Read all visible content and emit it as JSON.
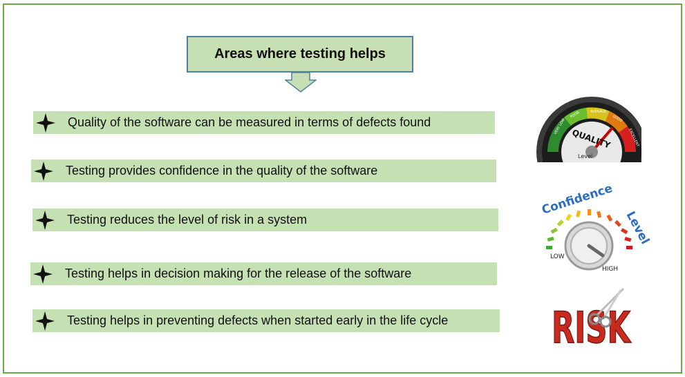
{
  "diagram": {
    "title": "Areas where testing helps",
    "items": [
      "Quality of the software can be measured in terms of defects found",
      "Testing provides confidence in the quality of the software",
      "Testing reduces the level of risk in a system",
      "Testing helps in decision making for the release of the software",
      "Testing helps in preventing defects when started early in the life cycle"
    ],
    "bullet_icon": "four-point-star-icon",
    "colors": {
      "border": "#6aa84f",
      "title_fill": "#c6e0b4",
      "item_fill": "#c5e0b3",
      "title_border": "#4f7fa8"
    }
  },
  "images": {
    "quality_gauge": {
      "scale_labels": [
        "VERY LOW",
        "POOR",
        "AVERAGE",
        "GOOD",
        "EXCELLENT"
      ],
      "center": "QUALITY",
      "sub": "Level"
    },
    "confidence_dial": {
      "label": "Confidence Level",
      "low": "LOW",
      "high": "HIGH"
    },
    "risk_sign": {
      "text": "RISK"
    }
  }
}
